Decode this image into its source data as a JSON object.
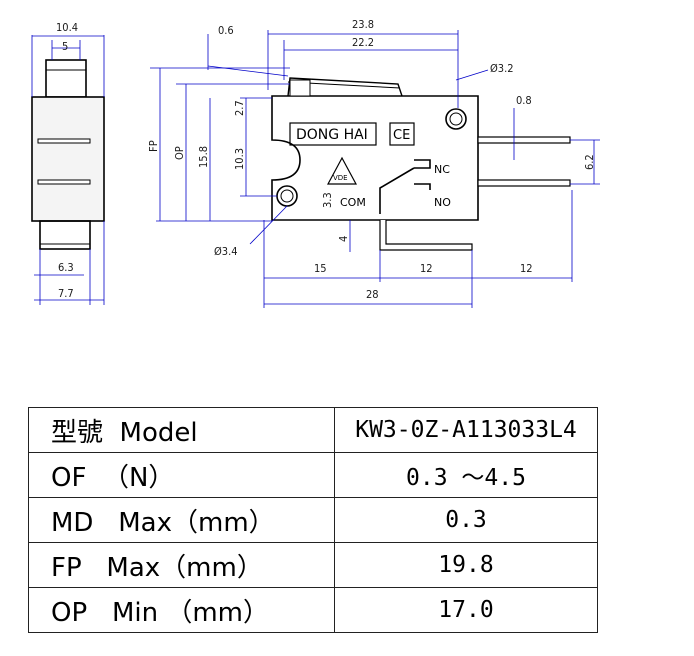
{
  "drawing": {
    "brand": "DONG HAI",
    "ce_mark": "CE",
    "vde_mark": "VDE",
    "terminals": {
      "nc": "NC",
      "no": "NO",
      "com": "COM"
    },
    "side_dims": {
      "width_top": "10.4",
      "inner_top": "5",
      "inner_bottom": "6.3",
      "width_bottom": "7.7"
    },
    "front_dims": {
      "lever_length": "23.8",
      "lever_offset": "22.2",
      "lever_thickness": "0.6",
      "hole_right": "Ø3.2",
      "hole_left": "Ø3.4",
      "terminal_thickness": "0.8",
      "terminal_pitch": "6.2",
      "fp": "FP",
      "op": "OP",
      "h15_8": "15.8",
      "h10_3": "10.3",
      "h2_7": "2.7",
      "h3_3": "3.3",
      "h4": "4",
      "w15": "15",
      "w12a": "12",
      "w12b": "12",
      "w28": "28"
    }
  },
  "spec_table": [
    {
      "label": "型號  Model",
      "value": "KW3-0Z-A113033L4"
    },
    {
      "label": "OF  （N）",
      "value": "0.3 ～4.5"
    },
    {
      "label": "MD   Max（mm）",
      "value": "0.3"
    },
    {
      "label": "FP   Max（mm）",
      "value": "19.8"
    },
    {
      "label": "OP   Min （mm）",
      "value": "17.0"
    }
  ]
}
